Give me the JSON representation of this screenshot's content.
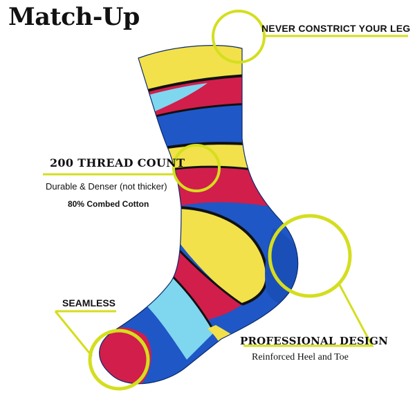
{
  "brand": {
    "name": "Match-Up"
  },
  "callouts": {
    "top": {
      "title": "NEVER CONSTRICT YOUR LEG"
    },
    "thread": {
      "title": "200 THREAD COUNT",
      "subtitle": "Durable & Denser (not thicker)",
      "detail": "80% Combed Cotton"
    },
    "seamless": {
      "title": "SEAMLESS"
    },
    "professional": {
      "title": "PROFESSIONAL DESIGN",
      "subtitle": "Reinforced Heel and Toe"
    }
  },
  "colors": {
    "accent_lime": "#d4de1e",
    "sock_yellow": "#f2e14a",
    "sock_blue": "#1f57c6",
    "sock_red": "#d11e4b",
    "sock_cyan": "#7fd6ef",
    "stripe_black": "#111111",
    "text": "#111111"
  }
}
